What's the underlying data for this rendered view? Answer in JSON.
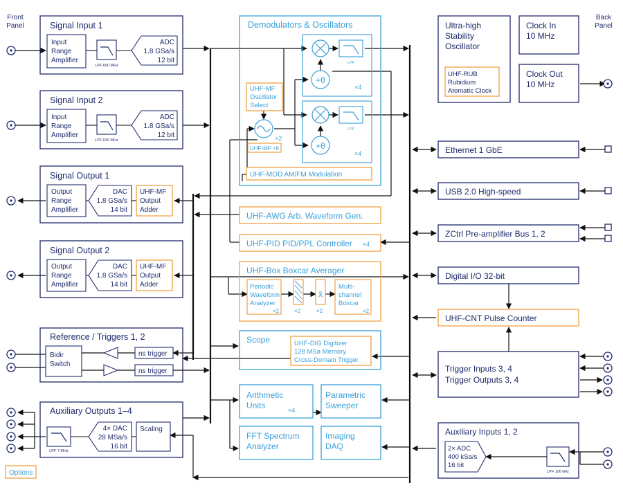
{
  "colors": {
    "navy": "#1f2a6b",
    "blue": "#3aa0d8",
    "orange": "#f0a040",
    "line": "#111111"
  },
  "edge_labels": {
    "front": [
      "Front",
      "Panel"
    ],
    "back": [
      "Back",
      "Panel"
    ]
  },
  "signal_input_1": {
    "title": "Signal Input 1",
    "amp": [
      "Input",
      "Range",
      "Amplifier"
    ],
    "lpf": "LPF 600 MHz",
    "adc": [
      "ADC",
      "1.8 GSa/s",
      "12 bit"
    ]
  },
  "signal_input_2": {
    "title": "Signal Input 2",
    "amp": [
      "Input",
      "Range",
      "Amplifier"
    ],
    "lpf": "LPF 630 MHz",
    "adc": [
      "ADC",
      "1.8 GSa/s",
      "12 bit"
    ]
  },
  "signal_output_1": {
    "title": "Signal Output 1",
    "amp": [
      "Output",
      "Range",
      "Amplifier"
    ],
    "dac": [
      "DAC",
      "1.8 GSa/s",
      "14 bit"
    ],
    "adder": [
      "UHF-MF",
      "Output",
      "Adder"
    ]
  },
  "signal_output_2": {
    "title": "Signal Output 2",
    "amp": [
      "Output",
      "Range",
      "Amplifier"
    ],
    "dac": [
      "DAC",
      "1.8 GSa/s",
      "14 bit"
    ],
    "adder": [
      "UHF-MF",
      "Output",
      "Adder"
    ]
  },
  "reference": {
    "title": "Reference / Triggers 1, 2",
    "switch": [
      "Bidir",
      "Switch"
    ],
    "trig1": "ns trigger",
    "trig2": "ns trigger"
  },
  "aux_out": {
    "title": "Auxiliary Outputs 1–4",
    "lpf": "LPF 7 MHz",
    "dac": [
      "4× DAC",
      "28 MSa/s",
      "16 bit"
    ],
    "scaling": "Scaling"
  },
  "options_label": "Options",
  "demod": {
    "title": "Demodulators & Oscillators",
    "osc_select": [
      "UHF-MF",
      "Oscillator",
      "Select"
    ],
    "osc_count": "×2",
    "mf_x6": "UHF-MF ×6",
    "lpf": "LPF",
    "x4a": "×4",
    "x4b": "×4",
    "mod": "UHF-MOD AM/FM Modulation"
  },
  "awg": "UHF-AWG Arb. Waveform Gen.",
  "pid": "UHF-PID PID/PPL Controller",
  "pid_x4": "×4",
  "boxcar": {
    "title": "UHF-Box Boxcar Averager",
    "pwa": [
      "Periodic",
      "Waveform",
      "Analyzer"
    ],
    "pwa_x": "×2",
    "c2": "×2",
    "c3": "×2",
    "mcb": [
      "Multi-",
      "channel",
      "Boxcar"
    ],
    "mcb_x": "×2"
  },
  "scope": {
    "title": "Scope",
    "dig": [
      "UHF-DIG Digitizer",
      "128 MSa Memory",
      "Cross-Domain Trigger"
    ]
  },
  "arith": {
    "lines": [
      "Arithmetic",
      "Units"
    ],
    "x": "×4"
  },
  "param": [
    "Parametric",
    "Sweeper"
  ],
  "fft": [
    "FFT Spectrum",
    "Analyzer"
  ],
  "imaging": [
    "Imaging",
    "DAQ"
  ],
  "uhso": {
    "title": [
      "Ultra-high",
      "Stability",
      "Oscillator"
    ],
    "rub": [
      "UHF-RUB",
      "Rubidium",
      "Atomatic Clock"
    ]
  },
  "clock_in": [
    "Clock In",
    "10 MHz"
  ],
  "clock_out": [
    "Clock Out",
    "10 MHz"
  ],
  "ethernet": "Ethernet 1 GbE",
  "usb": "USB 2.0 High-speed",
  "zctrl": "ZCtrl Pre-amplifier Bus 1, 2",
  "dio": "Digital I/O 32-bit",
  "cnt": "UHF-CNT Pulse Counter",
  "trig_io": [
    "Trigger Inputs 3, 4",
    "Trigger Outputs 3, 4"
  ],
  "aux_in": {
    "title": "Auxiliary Inputs 1, 2",
    "adc": [
      "2× ADC",
      "400 kSa/s",
      "16 bit"
    ],
    "lpf": "LPF 100 kHz"
  }
}
